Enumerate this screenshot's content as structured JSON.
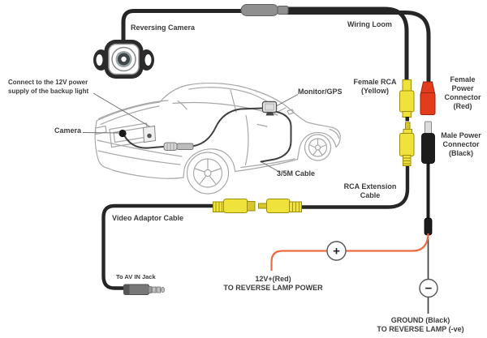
{
  "colors": {
    "cable_black": "#262626",
    "rca_yellow": "#efe23b",
    "connector_red": "#e23c1c",
    "wire_red": "#ef6a3e",
    "loom_gray": "#8f8f8f",
    "car_line": "#a8a8a8",
    "text": "#3b3b3b"
  },
  "labels": {
    "reversing_camera": "Reversing Camera",
    "wiring_loom": "Wiring Loom",
    "backup_light_note": "Connect to the 12V power\nsupply of the backup light",
    "camera": "Camera",
    "monitor_gps": "Monitor/GPS",
    "female_rca": "Female RCA\n(Yellow)",
    "female_power_connector": "Female\nPower\nConnector\n(Red)",
    "male_power_connector": "Male Power\nConnector\n(Black)",
    "cable_35m": "3/5M Cable",
    "rca_extension": "RCA Extension\nCable",
    "video_adaptor": "Video Adaptor Cable",
    "av_in_jack": "To AV IN Jack",
    "reverse_lamp_power": "12V+(Red)\nTO REVERSE LAMP POWER",
    "ground": "GROUND (Black)\nTO REVERSE LAMP (-ve)"
  },
  "icons": {
    "plus": "+",
    "minus": "−"
  }
}
